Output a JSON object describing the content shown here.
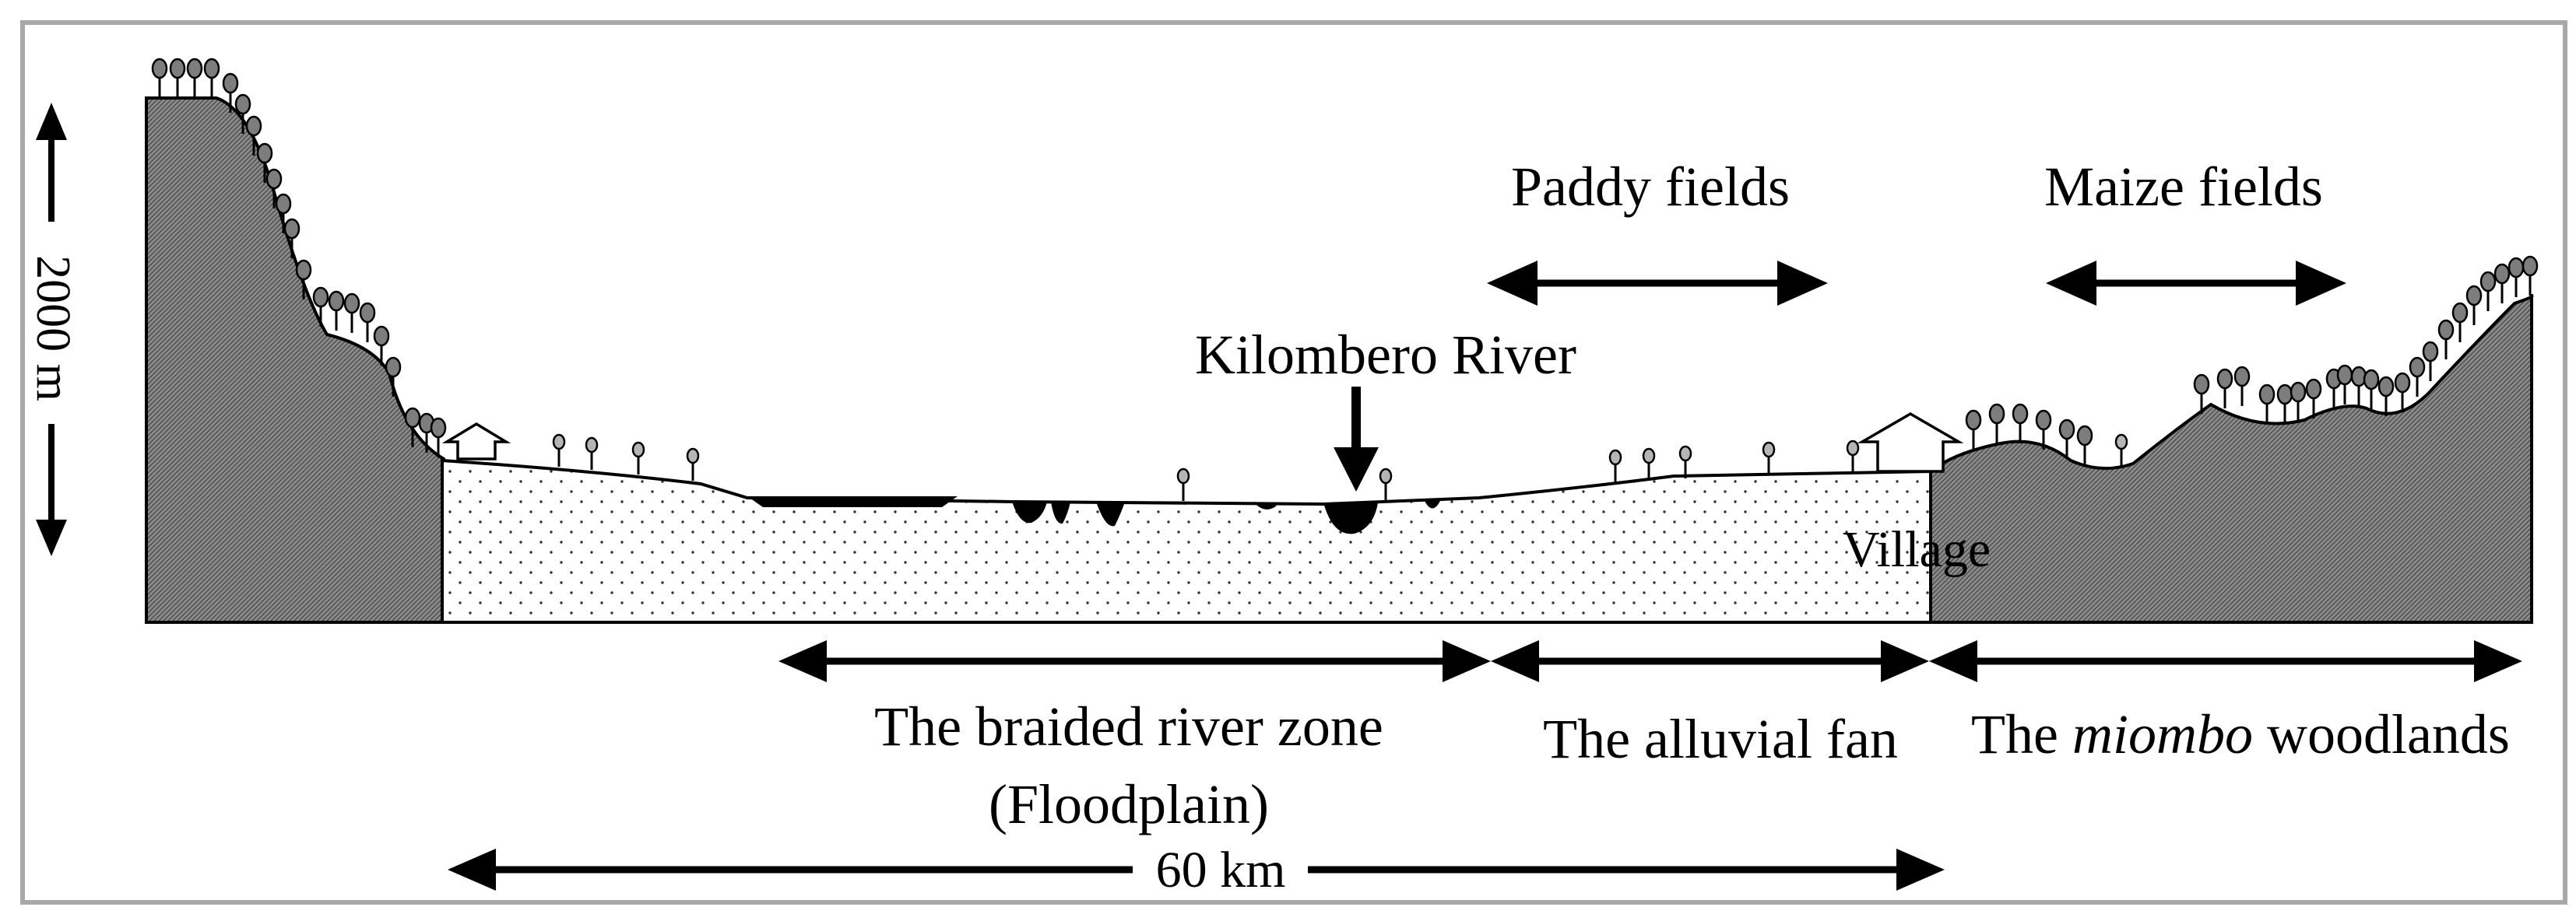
{
  "scale": {
    "vertical": "2000 m",
    "horizontal": "60 km"
  },
  "fields": {
    "paddy": "Paddy fields",
    "maize": "Maize fields"
  },
  "river": {
    "label": "Kilombero River"
  },
  "settlement": {
    "label": "Village"
  },
  "zones": {
    "braided_line1": "The braided river zone",
    "braided_line2": "(Floodplain)",
    "alluvial": "The alluvial fan",
    "miombo_prefix": "The ",
    "miombo_italic": "miombo",
    "miombo_suffix": " woodlands"
  }
}
